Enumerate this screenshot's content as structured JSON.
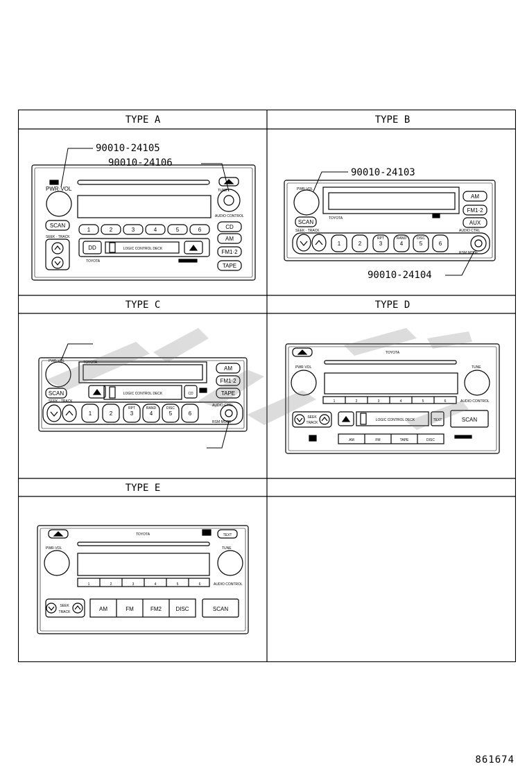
{
  "cells": {
    "a": {
      "title": "TYPE A",
      "part_numbers": [
        "90010-24105",
        "90010-24106"
      ]
    },
    "b": {
      "title": "TYPE B",
      "part_numbers": [
        "90010-24103",
        "90010-24104"
      ]
    },
    "c": {
      "title": "TYPE C"
    },
    "d": {
      "title": "TYPE D"
    },
    "e": {
      "title": "TYPE E"
    },
    "f": {
      "title": ""
    }
  },
  "labels": {
    "pwr_vol": "PWR·VOL",
    "scan": "SCAN",
    "seek_track": "SEEK · TRACK",
    "seek": "SEEK",
    "track": "TRACK",
    "tune": "TUNE",
    "am": "AM",
    "fm": "FM",
    "fm12": "FM1·2",
    "fm2": "FM2",
    "cd": "CD",
    "tape": "TAPE",
    "aux": "AUX",
    "disc": "DISC",
    "text": "TEXT",
    "toyota": "TOYOTA",
    "logic_deck": "LOGIC CONTROL DECK",
    "audio_control": "AUDIO CONTROL",
    "audio_ctrl": "AUDIO CTRL",
    "rsm_mode": "RSM MODE",
    "presets": [
      "1",
      "2",
      "3",
      "4",
      "5",
      "6"
    ],
    "rpt": "RPT",
    "rand": "RAND",
    "disc_up": "DISC",
    "dd": "DD"
  },
  "watermark": "cyber",
  "doc_number": "861674"
}
